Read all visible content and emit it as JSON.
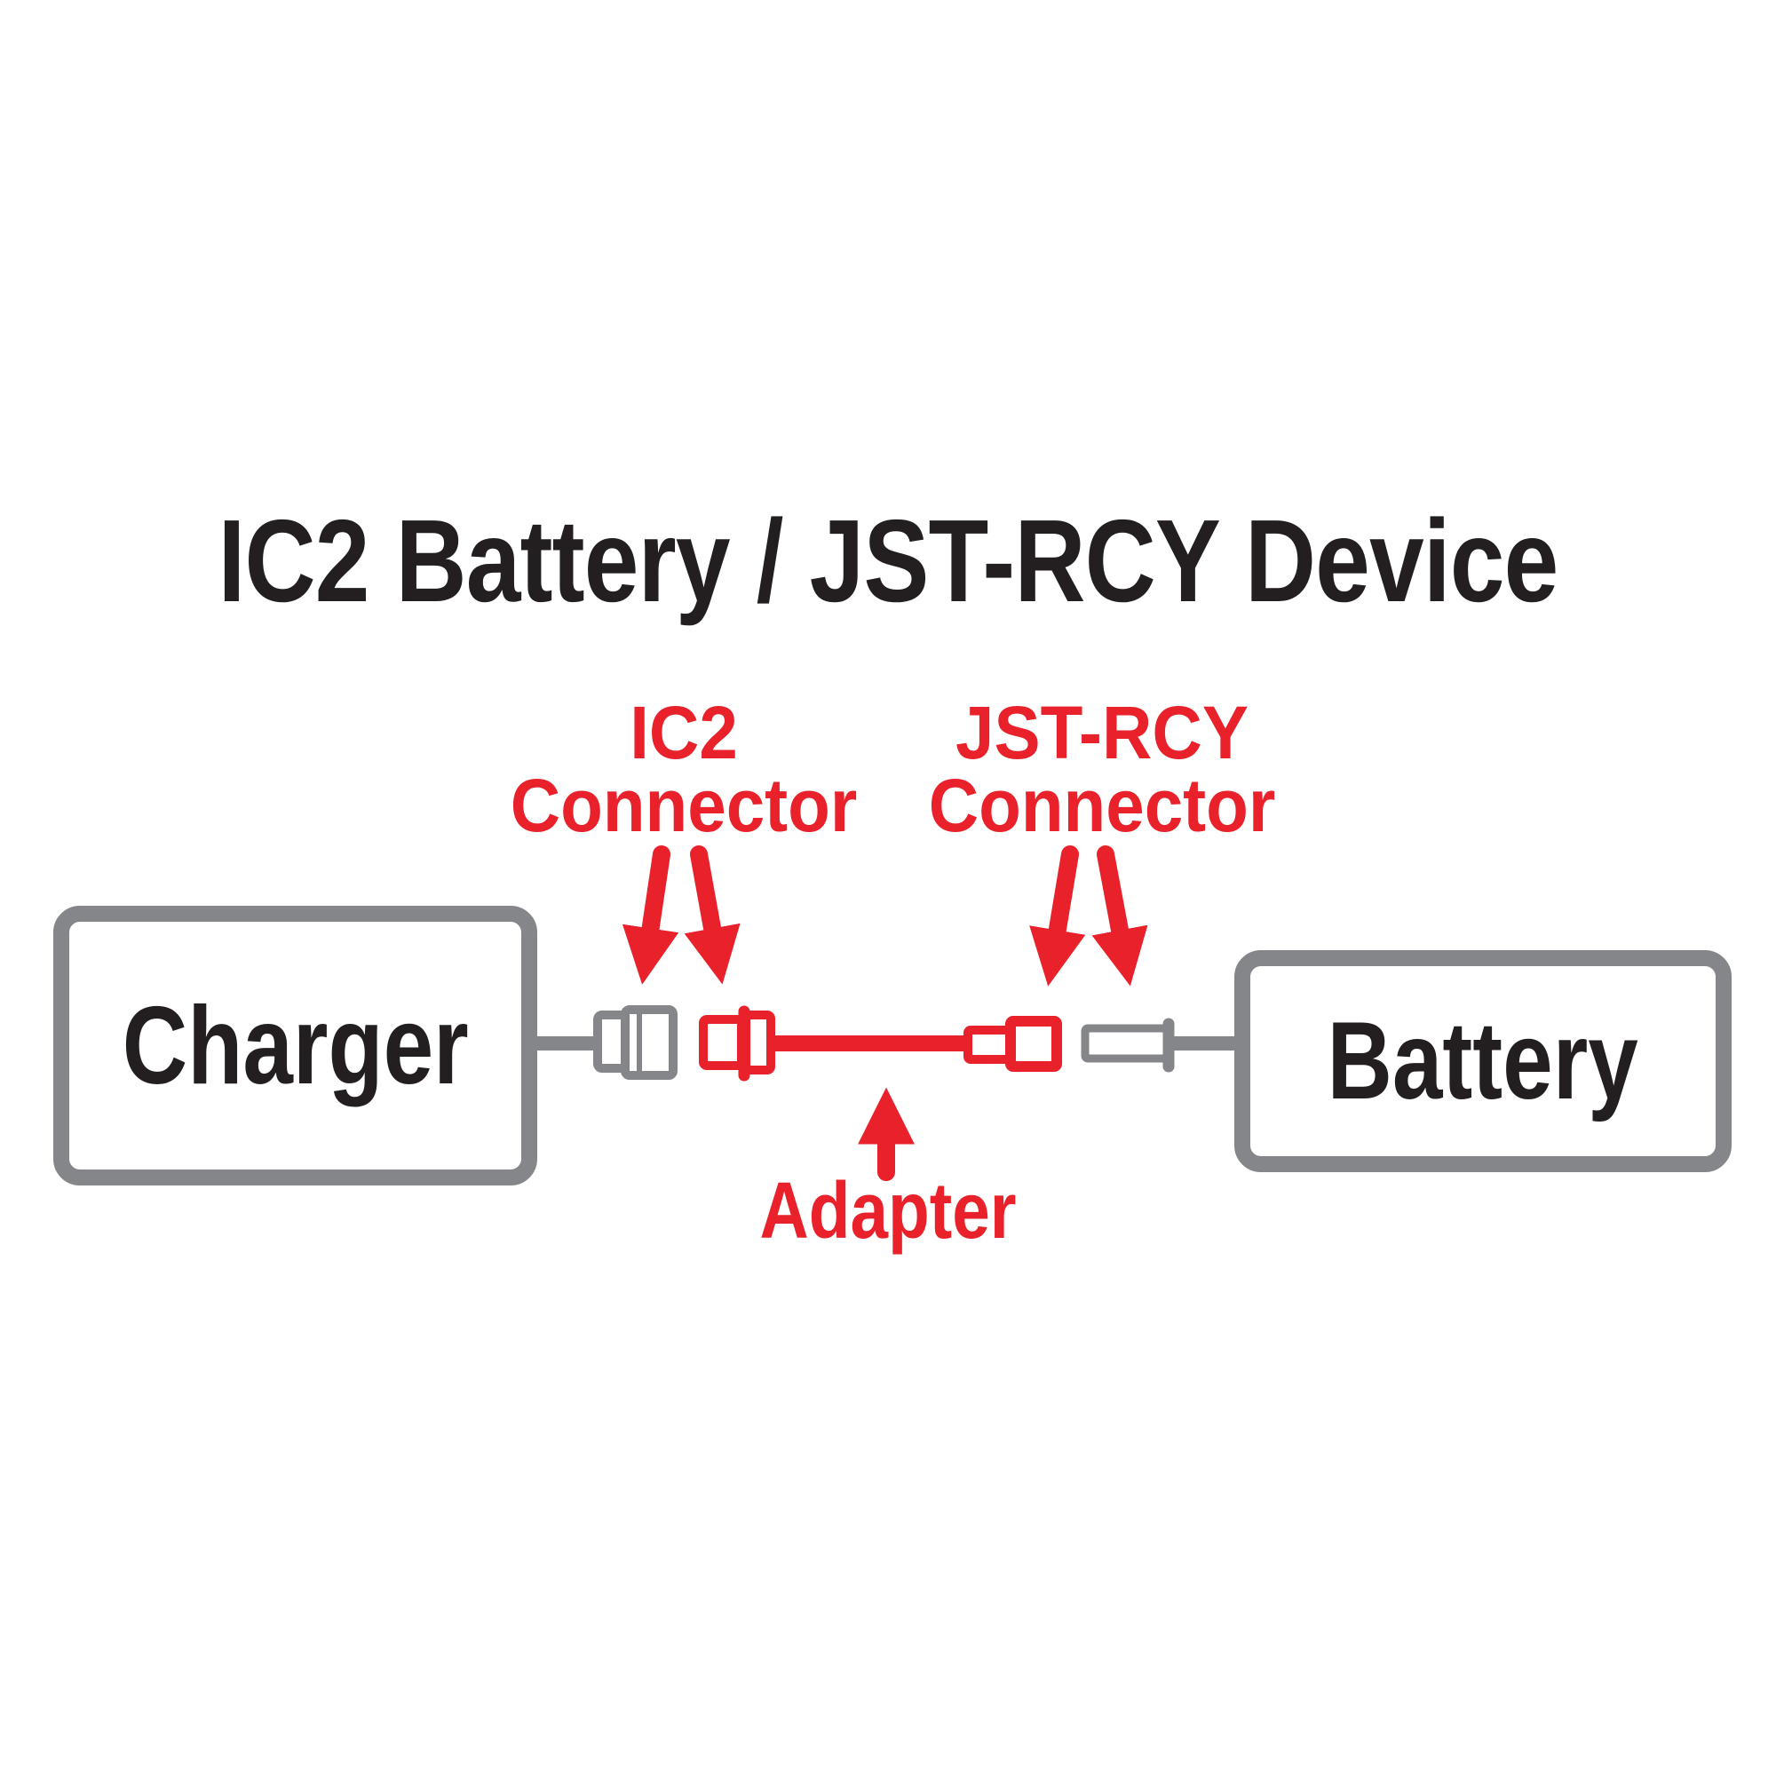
{
  "title": "IC2 Battery / JST-RCY Device",
  "labels": {
    "ic2_connector": {
      "line1": "IC2",
      "line2": "Connector"
    },
    "jst_connector": {
      "line1": "JST-RCY",
      "line2": "Connector"
    },
    "adapter": "Adapter"
  },
  "boxes": {
    "charger": {
      "label": "Charger"
    },
    "battery": {
      "label": "Battery"
    }
  },
  "colors": {
    "red": "#E8212B",
    "gray": "#85868A",
    "text_dark": "#231F20",
    "background": "#FFFFFF"
  }
}
